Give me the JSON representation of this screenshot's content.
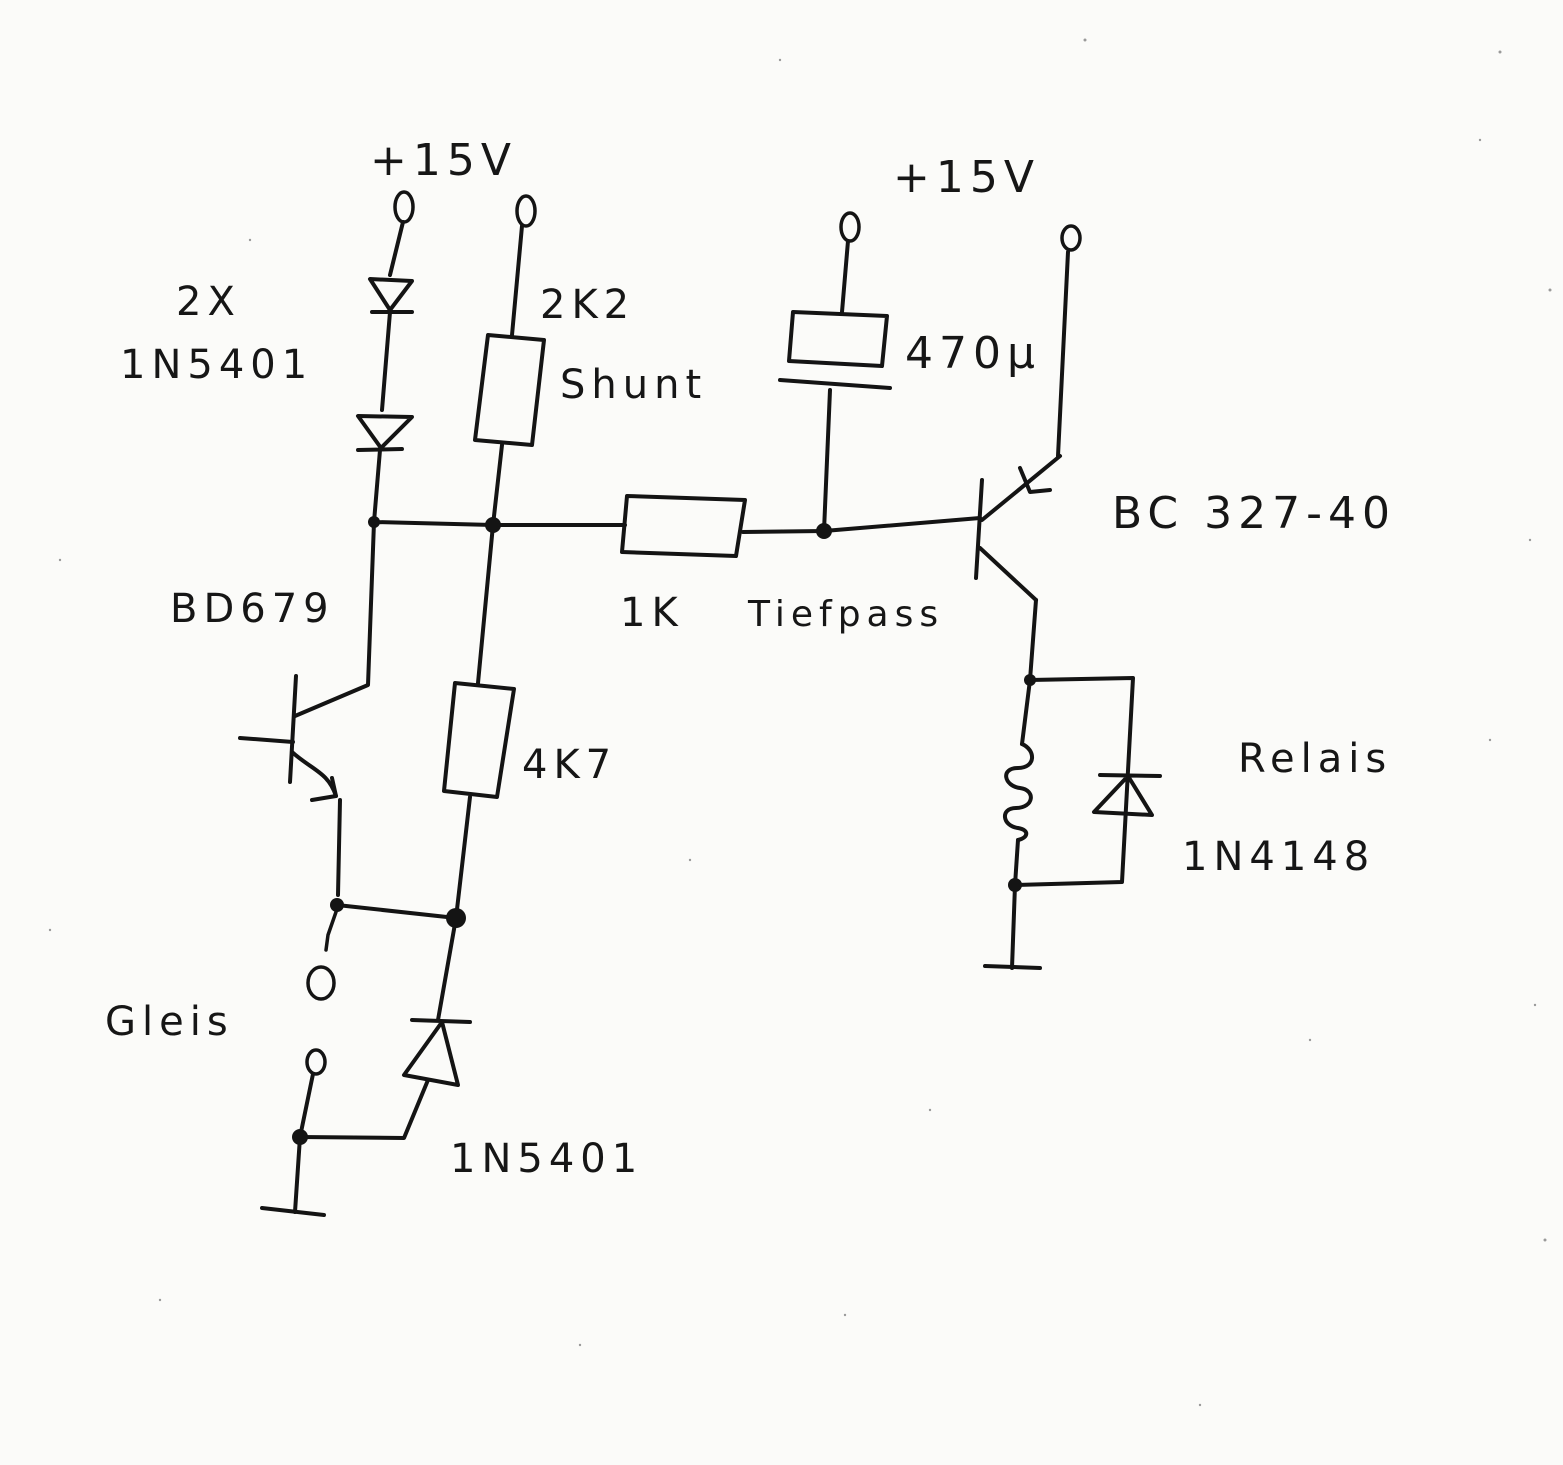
{
  "labels": {
    "supply_left": "+15V",
    "supply_right": "+15V",
    "diodes_count": "2X",
    "diodes_type": "1N5401",
    "shunt_value": "2K2",
    "shunt_name": "Shunt",
    "cap_value": "470µ",
    "pnp_transistor": "BC 327-40",
    "npn_transistor": "BD679",
    "lowpass_resistor": "1K",
    "lowpass_name": "Tiefpass",
    "divider_resistor": "4K7",
    "relay_name": "Relais",
    "relay_diode": "1N4148",
    "track_name": "Gleis",
    "track_diode": "1N5401"
  }
}
